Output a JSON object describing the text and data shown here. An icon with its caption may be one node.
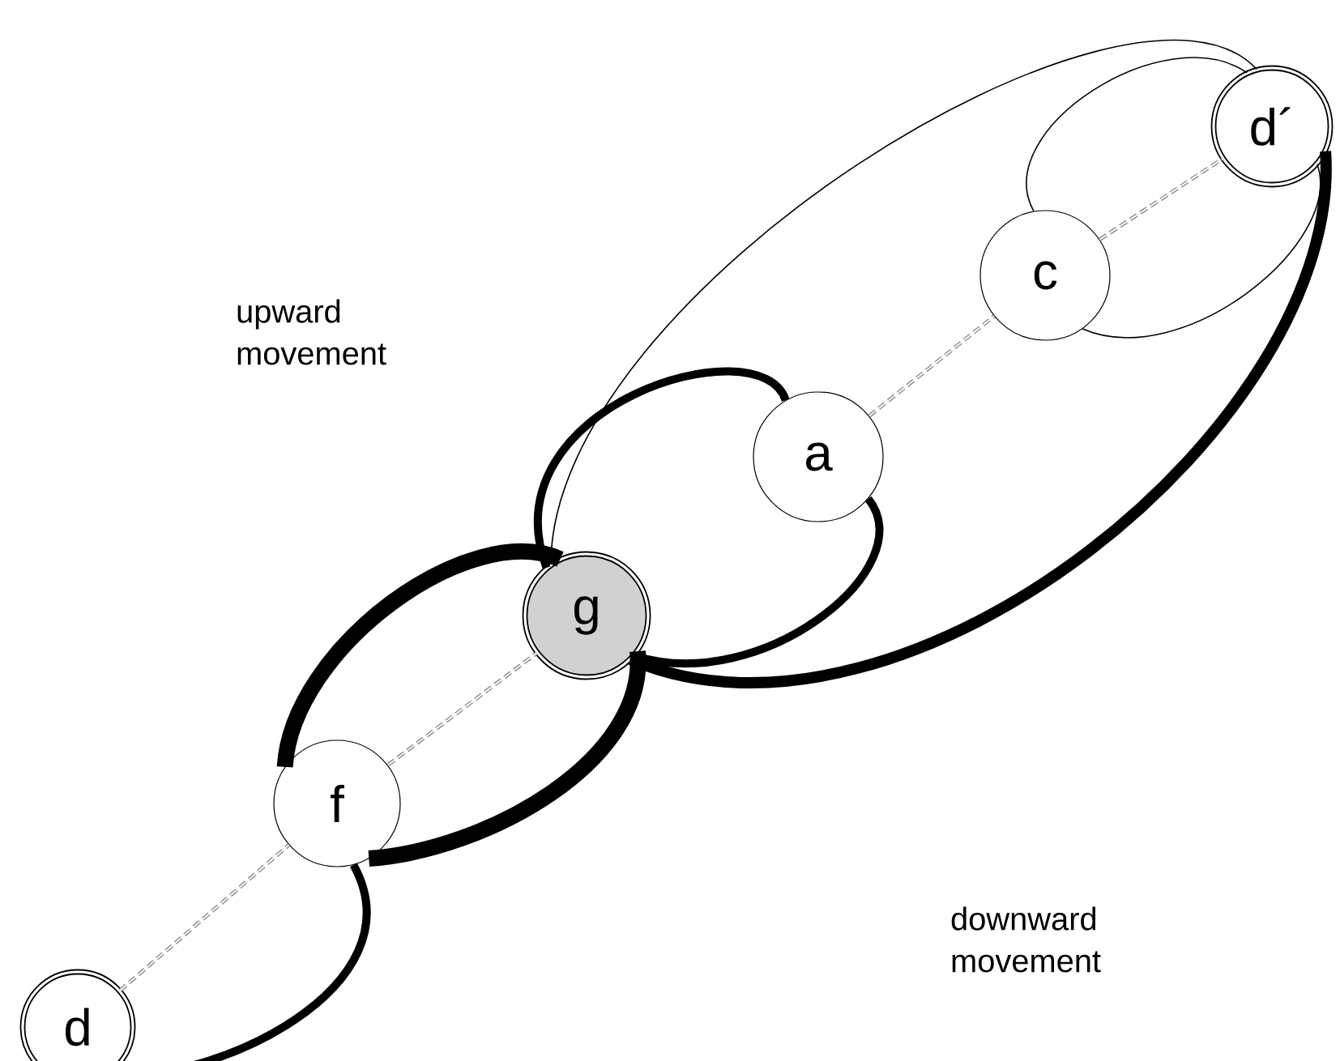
{
  "diagram": {
    "nodes": [
      {
        "text": [
          "d"
        ]
      },
      {
        "text": [
          "f"
        ]
      },
      {
        "text": [
          "g"
        ]
      },
      {
        "text": [
          "a"
        ]
      },
      {
        "text": [
          "c"
        ]
      },
      {
        "text": [
          "d´"
        ]
      }
    ],
    "edges": [
      {
        "from": 0,
        "to": 1,
        "arrow": "none",
        "style": "dashed",
        "color": "#8c8c8c"
      },
      {
        "from": 0,
        "to": 1,
        "arrow": "none",
        "style": "thick"
      },
      {
        "from": 1,
        "to": 2,
        "arrow": "none",
        "style": "dashed",
        "color": "#8c8c8c"
      },
      {
        "from": 1,
        "to": 2,
        "arrow": "none",
        "style": "thick"
      },
      {
        "from": 1,
        "to": 2,
        "arrow": "none",
        "style": "thick"
      },
      {
        "from": 2,
        "to": 3,
        "arrow": "none",
        "style": "thick"
      },
      {
        "from": 2,
        "to": 3,
        "arrow": "none",
        "style": "thick"
      },
      {
        "from": 2,
        "to": 5,
        "arrow": "none"
      },
      {
        "from": 2,
        "to": 5,
        "arrow": "none",
        "style": "thick"
      },
      {
        "from": 3,
        "to": 4,
        "arrow": "none",
        "style": "dashed",
        "color": "#8c8c8c"
      },
      {
        "from": 4,
        "to": 5,
        "arrow": "none",
        "style": "dashed",
        "color": "#8c8c8c"
      },
      {
        "from": 4,
        "to": 5,
        "arrow": "none"
      },
      {
        "from": 4,
        "to": 5,
        "arrow": "none"
      }
    ],
    "labels": [
      "upward movement",
      "downward movement"
    ]
  }
}
